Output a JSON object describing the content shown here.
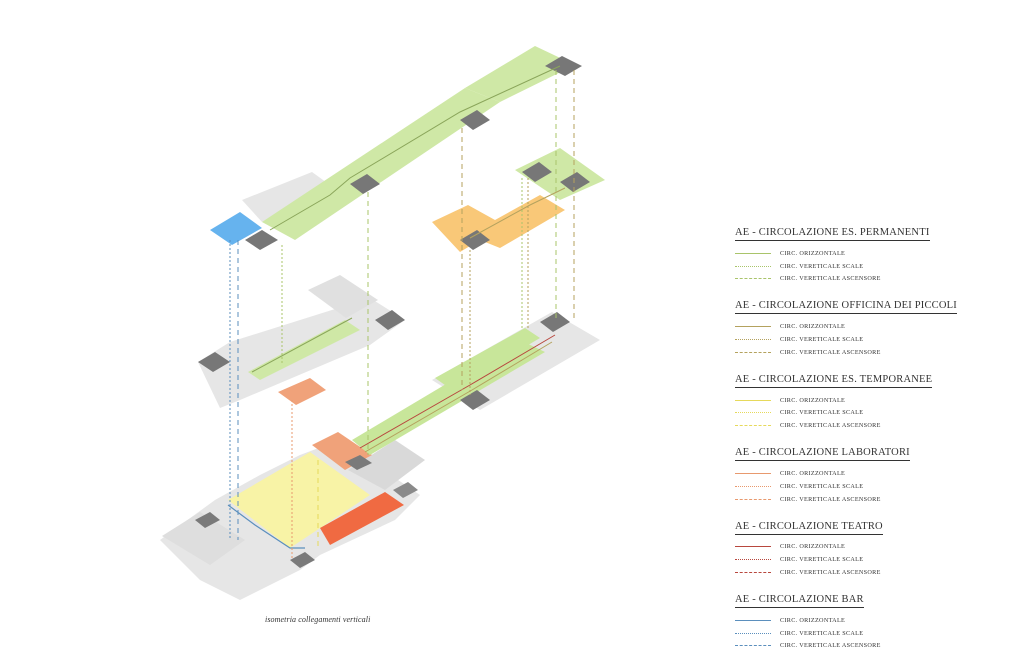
{
  "caption": "isometria collegamenti verticali",
  "colors": {
    "permanenti": "#a9c46a",
    "officina": "#b4a25e",
    "temporanee": "#e6d95b",
    "laboratori": "#e8996e",
    "teatro": "#b8473e",
    "bar": "#5b8fbd"
  },
  "legend": [
    {
      "title": "AE - CIRCOLAZIONE ES. PERMANENTI",
      "color": "#a9c46a",
      "rows": [
        {
          "style": "solid",
          "label": "CIRC. ORIZZONTALE"
        },
        {
          "style": "dotted",
          "label": "CIRC. VERETICALE SCALE"
        },
        {
          "style": "dashed",
          "label": "CIRC. VERETICALE ASCENSORE"
        }
      ]
    },
    {
      "title": "AE - CIRCOLAZIONE OFFICINA DEI PICCOLI",
      "color": "#b4a25e",
      "rows": [
        {
          "style": "solid",
          "label": "CIRC. ORIZZONTALE"
        },
        {
          "style": "dotted",
          "label": "CIRC. VERETICALE SCALE"
        },
        {
          "style": "dashed",
          "label": "CIRC. VERETICALE ASCENSORE"
        }
      ]
    },
    {
      "title": "AE - CIRCOLAZIONE ES. TEMPORANEE",
      "color": "#e6d95b",
      "rows": [
        {
          "style": "solid",
          "label": "CIRC. ORIZZONTALE"
        },
        {
          "style": "dotted",
          "label": "CIRC. VERETICALE SCALE"
        },
        {
          "style": "dashed",
          "label": "CIRC. VERETICALE ASCENSORE"
        }
      ]
    },
    {
      "title": "AE - CIRCOLAZIONE LABORATORI",
      "color": "#e8996e",
      "rows": [
        {
          "style": "solid",
          "label": "CIRC. ORIZZONTALE"
        },
        {
          "style": "dotted",
          "label": "CIRC. VERETICALE SCALE"
        },
        {
          "style": "dashed",
          "label": "CIRC. VERETICALE ASCENSORE"
        }
      ]
    },
    {
      "title": "AE - CIRCOLAZIONE TEATRO",
      "color": "#b8473e",
      "rows": [
        {
          "style": "solid",
          "label": "CIRC. ORIZZONTALE"
        },
        {
          "style": "dotted",
          "label": "CIRC. VERETICALE SCALE"
        },
        {
          "style": "dashed",
          "label": "CIRC. VERETICALE ASCENSORE"
        }
      ]
    },
    {
      "title": "AE - CIRCOLAZIONE BAR",
      "color": "#5b8fbd",
      "rows": [
        {
          "style": "solid",
          "label": "CIRC. ORIZZONTALE"
        },
        {
          "style": "dotted",
          "label": "CIRC. VERETICALE SCALE"
        },
        {
          "style": "dashed",
          "label": "CIRC. VERETICALE ASCENSORE"
        }
      ]
    }
  ]
}
